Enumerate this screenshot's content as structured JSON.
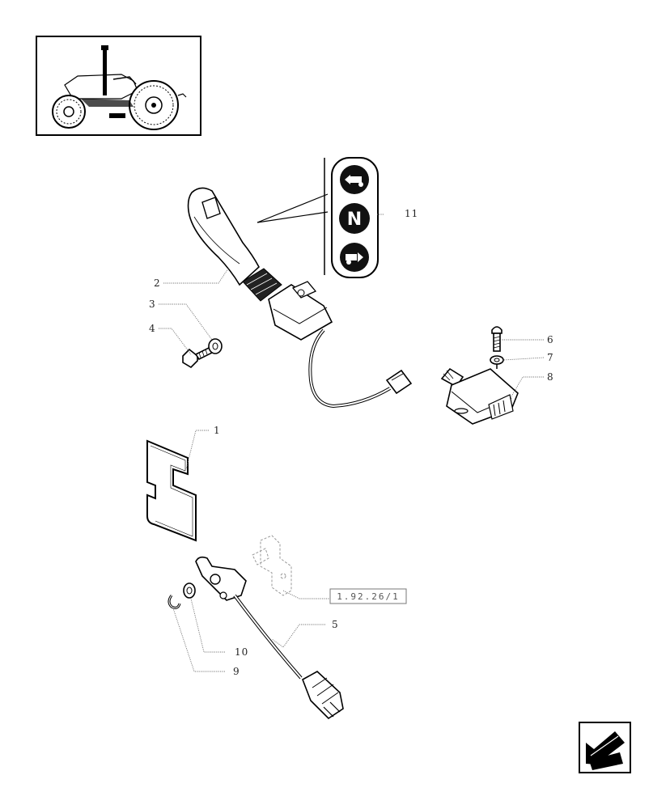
{
  "thumbnail": {
    "icon": "tractor-icon"
  },
  "reference": {
    "text": "1.92.26/1"
  },
  "nav": {
    "icon": "back-arrow-icon"
  },
  "shift_plate": {
    "symbols": [
      "reverse-gear-icon",
      "N",
      "forward-gear-icon"
    ]
  },
  "callouts": {
    "c1": "1",
    "c2": "2",
    "c3": "3",
    "c4": "4",
    "c5": "5",
    "c6": "6",
    "c7": "7",
    "c8": "8",
    "c9": "9",
    "c10": "10",
    "c11": "11"
  }
}
